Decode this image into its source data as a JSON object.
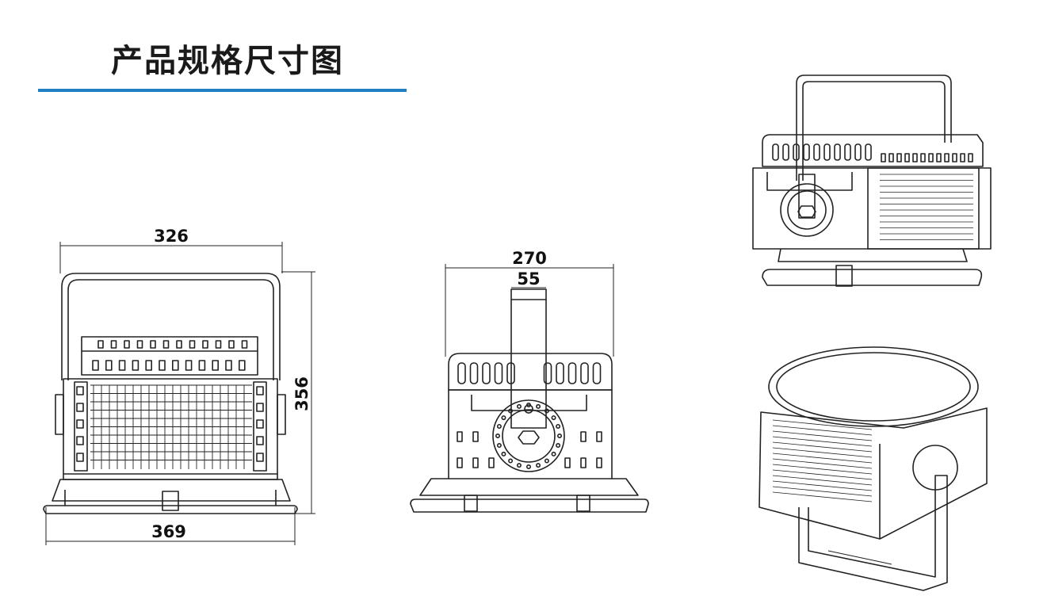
{
  "title": "产品规格尺寸图",
  "accent_color": "#1f7fc0",
  "dimensions": {
    "front_width": "326",
    "base_width": "369",
    "height": "356",
    "side_width": "270",
    "bracket_width": "55"
  }
}
